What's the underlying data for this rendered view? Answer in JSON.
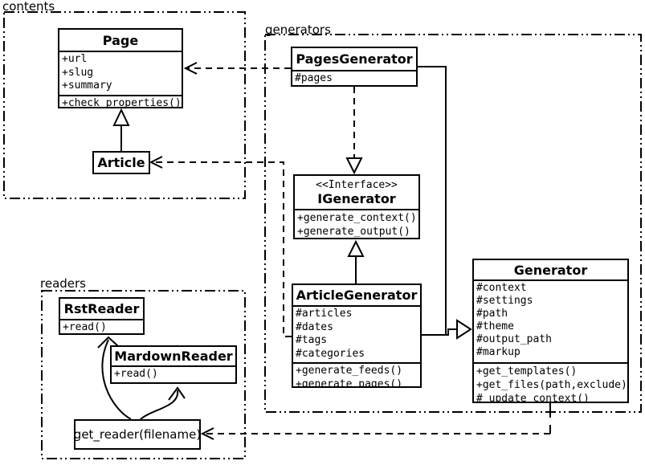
{
  "packages": {
    "contents": {
      "label": "contents"
    },
    "generators": {
      "label": "generators"
    },
    "readers": {
      "label": "readers"
    }
  },
  "classes": {
    "page": {
      "name": "Page",
      "attributes": [
        "+url",
        "+slug",
        "+summary"
      ],
      "methods": [
        "+check_properties()"
      ]
    },
    "article": {
      "name": "Article"
    },
    "pages_generator": {
      "name": "PagesGenerator",
      "attributes": [
        "#pages"
      ]
    },
    "igenerator": {
      "stereotype": "<<Interface>>",
      "name": "IGenerator",
      "methods": [
        "+generate_context()",
        "+generate_output()"
      ]
    },
    "article_generator": {
      "name": "ArticleGenerator",
      "attributes": [
        "#articles",
        "#dates",
        "#tags",
        "#categories"
      ],
      "methods": [
        "+generate_feeds()",
        "+generate_pages()"
      ]
    },
    "generator": {
      "name": "Generator",
      "attributes": [
        "#context",
        "#settings",
        "#path",
        "#theme",
        "#output_path",
        "#markup"
      ],
      "methods": [
        "+get_templates()",
        "+get_files(path,exclude)",
        "#_update_context()"
      ]
    },
    "rst_reader": {
      "name": "RstReader",
      "methods": [
        "+read()"
      ]
    },
    "mardown_reader": {
      "name": "MardownReader",
      "methods": [
        "+read()"
      ]
    },
    "get_reader": {
      "name": "get_reader(filename)"
    }
  },
  "relationships": [
    {
      "type": "generalization",
      "from": "Article",
      "to": "Page"
    },
    {
      "type": "dependency",
      "from": "PagesGenerator",
      "to": "Page"
    },
    {
      "type": "dependency",
      "from": "ArticleGenerator",
      "to": "Article"
    },
    {
      "type": "realization",
      "from": "PagesGenerator",
      "to": "IGenerator"
    },
    {
      "type": "generalization",
      "from": "ArticleGenerator",
      "to": "IGenerator"
    },
    {
      "type": "generalization",
      "from": "PagesGenerator",
      "to": "Generator"
    },
    {
      "type": "generalization",
      "from": "ArticleGenerator",
      "to": "Generator"
    },
    {
      "type": "dependency",
      "from": "Generator",
      "to": "get_reader(filename)"
    },
    {
      "type": "association",
      "from": "get_reader(filename)",
      "to": "RstReader"
    },
    {
      "type": "association",
      "from": "get_reader(filename)",
      "to": "MardownReader"
    }
  ],
  "colors": {
    "ink": "#000000",
    "paper": "#ffffff"
  }
}
